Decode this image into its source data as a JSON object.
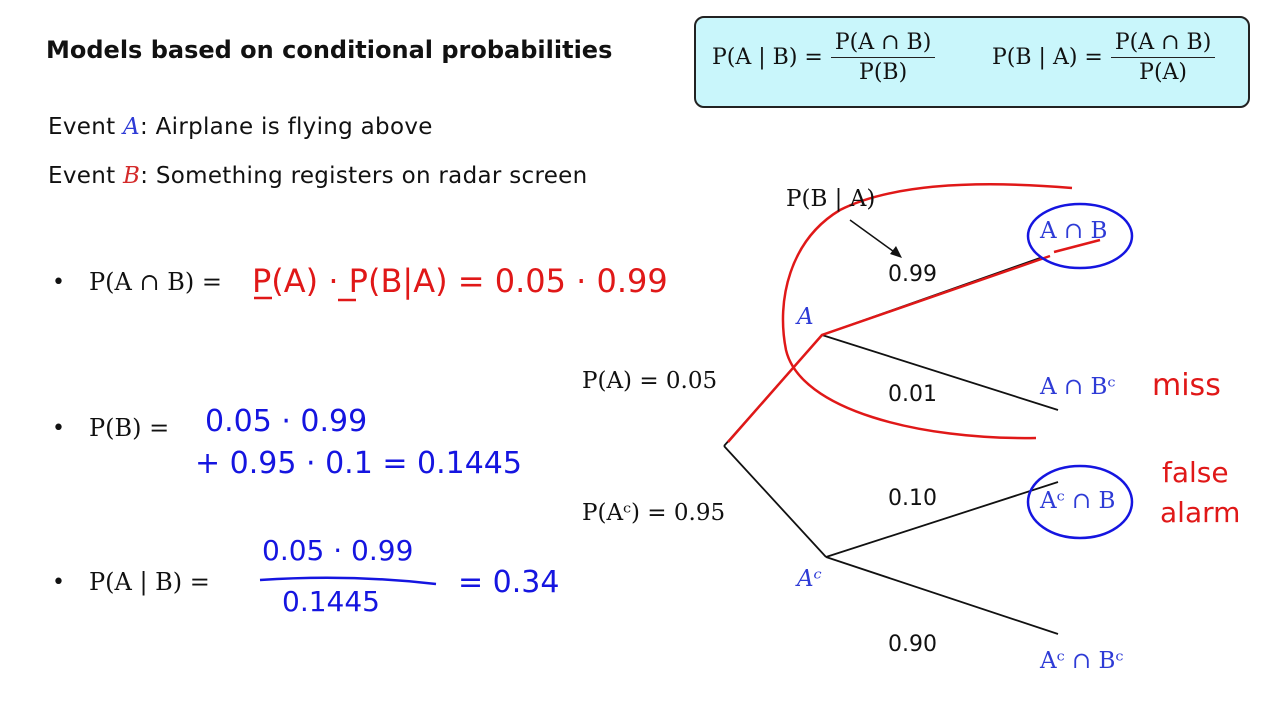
{
  "slide": {
    "title": "Models based on conditional probabilities",
    "event_a": {
      "prefix": "Event",
      "symbol": "A",
      "text": ": Airplane is flying above"
    },
    "event_b": {
      "prefix": "Event",
      "symbol": "B",
      "text": ": Something registers on radar screen"
    }
  },
  "formula_box": {
    "f1": {
      "lhs": "P(A | B) =",
      "num": "P(A ∩ B)",
      "den": "P(B)"
    },
    "f2": {
      "lhs": "P(B | A) =",
      "num": "P(A ∩ B)",
      "den": "P(A)"
    }
  },
  "bullets": [
    {
      "label": "P(A ∩ B) =",
      "handwritten": "P(A) · P(B|A) = 0.05 · 0.99"
    },
    {
      "label": "P(B) =",
      "handwritten_line1": "0.05 · 0.99",
      "handwritten_line2": "+ 0.95 · 0.1 = 0.1445"
    },
    {
      "label": "P(A | B) =",
      "hw_num": "0.05 · 0.99",
      "hw_den": "0.1445",
      "hw_result": "= 0.34"
    }
  ],
  "tree": {
    "root_labels": {
      "pA": "P(A) = 0.05",
      "pAc": "P(Aᶜ) = 0.95"
    },
    "branch_label_top": "P(B | A)",
    "nodes": {
      "A": "A",
      "Ac": "Aᶜ"
    },
    "probs": {
      "p1": "0.99",
      "p2": "0.01",
      "p3": "0.10",
      "p4": "0.90"
    },
    "leaves": {
      "l1": "A ∩ B",
      "l2": "A ∩ Bᶜ",
      "l3": "Aᶜ ∩ B",
      "l4": "Aᶜ ∩ Bᶜ"
    },
    "annotations": {
      "miss": "miss",
      "false_alarm_1": "false",
      "false_alarm_2": "alarm"
    }
  },
  "colors": {
    "A": "#2e3bd6",
    "B": "#d42a2a",
    "box_bg": "#c9f6fb",
    "ink_red": "#e01818",
    "ink_blue": "#1515e0"
  }
}
